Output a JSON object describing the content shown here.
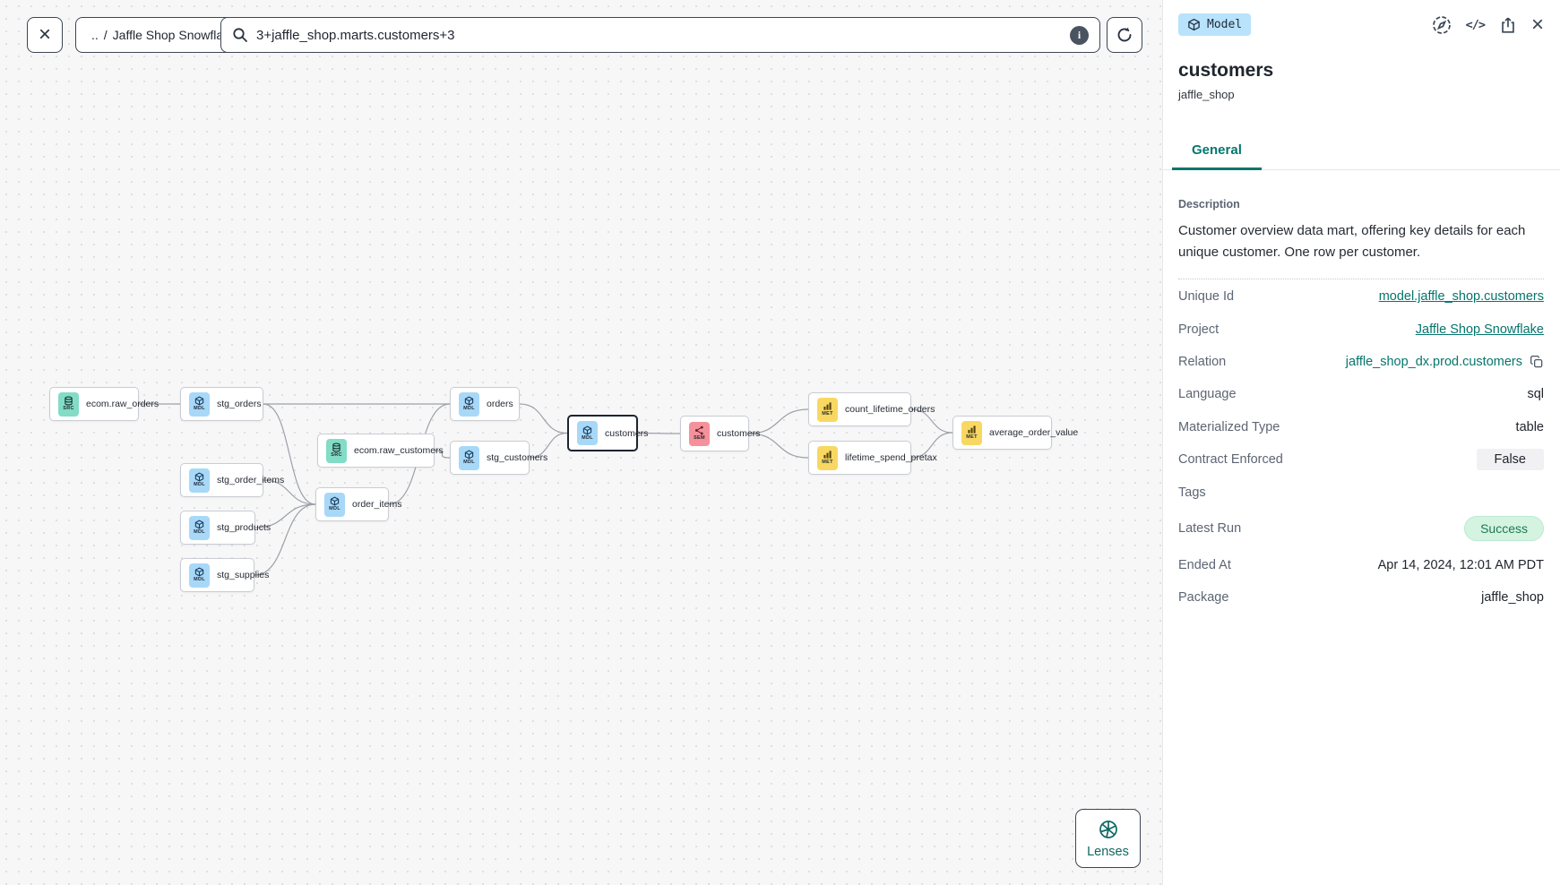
{
  "topbar": {
    "close_label": "×",
    "breadcrumb": {
      "up": "..",
      "separator": "/",
      "project": "Jaffle Shop Snowflake"
    },
    "search": {
      "value": "3+jaffle_shop.marts.customers+3"
    },
    "info_glyph": "i"
  },
  "canvas": {
    "lenses_label": "Lenses"
  },
  "graph": {
    "nodes": [
      {
        "id": "ecom_raw_orders",
        "label": "ecom.raw_orders",
        "type": "SRC",
        "selected": false
      },
      {
        "id": "stg_orders",
        "label": "stg_orders",
        "type": "MDL",
        "selected": false
      },
      {
        "id": "ecom_raw_customers",
        "label": "ecom.raw_customers",
        "type": "SRC",
        "selected": false
      },
      {
        "id": "stg_order_items",
        "label": "stg_order_items",
        "type": "MDL",
        "selected": false
      },
      {
        "id": "order_items",
        "label": "order_items",
        "type": "MDL",
        "selected": false
      },
      {
        "id": "stg_products",
        "label": "stg_products",
        "type": "MDL",
        "selected": false
      },
      {
        "id": "stg_supplies",
        "label": "stg_supplies",
        "type": "MDL",
        "selected": false
      },
      {
        "id": "orders",
        "label": "orders",
        "type": "MDL",
        "selected": false
      },
      {
        "id": "stg_customers",
        "label": "stg_customers",
        "type": "MDL",
        "selected": false
      },
      {
        "id": "customers_model",
        "label": "customers",
        "type": "MDL",
        "selected": true
      },
      {
        "id": "customers_sem",
        "label": "customers",
        "type": "SEM",
        "selected": false
      },
      {
        "id": "count_lifetime_orders",
        "label": "count_lifetime_orders",
        "type": "MET",
        "selected": false
      },
      {
        "id": "lifetime_spend_pretax",
        "label": "lifetime_spend_pretax",
        "type": "MET",
        "selected": false
      },
      {
        "id": "average_order_value",
        "label": "average_order_value",
        "type": "MET",
        "selected": false
      }
    ],
    "edges": [
      [
        "ecom_raw_orders",
        "stg_orders"
      ],
      [
        "stg_orders",
        "orders"
      ],
      [
        "stg_orders",
        "order_items"
      ],
      [
        "ecom_raw_customers",
        "stg_customers"
      ],
      [
        "stg_order_items",
        "order_items"
      ],
      [
        "stg_products",
        "order_items"
      ],
      [
        "stg_supplies",
        "order_items"
      ],
      [
        "order_items",
        "orders"
      ],
      [
        "orders",
        "customers_model"
      ],
      [
        "stg_customers",
        "customers_model"
      ],
      [
        "customers_model",
        "customers_sem"
      ],
      [
        "customers_sem",
        "count_lifetime_orders"
      ],
      [
        "customers_sem",
        "lifetime_spend_pretax"
      ],
      [
        "count_lifetime_orders",
        "average_order_value"
      ],
      [
        "lifetime_spend_pretax",
        "average_order_value"
      ]
    ],
    "node_type_colors": {
      "SRC": "#82dcc6",
      "MDL": "#a8d8f8",
      "SEM": "#f5919b",
      "MET": "#f8d862"
    }
  },
  "panel": {
    "resource_badge": "Model",
    "title": "customers",
    "subtitle": "jaffle_shop",
    "tabs": [
      {
        "label": "General",
        "active": true
      }
    ],
    "description_label": "Description",
    "description": "Customer overview data mart, offering key details for each unique customer. One row per customer.",
    "fields": [
      {
        "label": "Unique Id",
        "value": "model.jaffle_shop.customers",
        "style": "link"
      },
      {
        "label": "Project",
        "value": "Jaffle Shop Snowflake",
        "style": "link"
      },
      {
        "label": "Relation",
        "value": "jaffle_shop_dx.prod.customers",
        "style": "teal",
        "copy": true
      },
      {
        "label": "Language",
        "value": "sql",
        "style": "plain"
      },
      {
        "label": "Materialized Type",
        "value": "table",
        "style": "plain"
      },
      {
        "label": "Contract Enforced",
        "value": "False",
        "style": "chip"
      },
      {
        "label": "Tags",
        "value": "",
        "style": "plain"
      },
      {
        "label": "Latest Run",
        "value": "Success",
        "style": "success"
      },
      {
        "label": "Ended At",
        "value": "Apr 14, 2024, 12:01 AM PDT",
        "style": "plain"
      },
      {
        "label": "Package",
        "value": "jaffle_shop",
        "style": "plain"
      }
    ],
    "colors": {
      "accent_teal": "#05766d",
      "badge_blue": "#b9e2fc",
      "success_bg": "#d4f3e1",
      "success_text": "#1d7a52"
    }
  }
}
